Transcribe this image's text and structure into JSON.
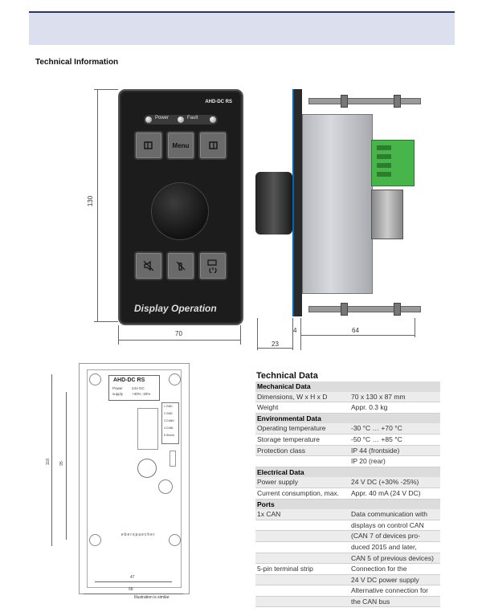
{
  "section": {
    "title": "Technical Information"
  },
  "front_view": {
    "model": "AHD-DC RS",
    "led_power": "Power",
    "led_fault": "Fault",
    "menu_label": "Menu",
    "caption": "Display Operation",
    "dim_height": "130",
    "dim_width": "70"
  },
  "side_view": {
    "dim_plate": "4",
    "dim_depth": "64",
    "dim_knob": "23"
  },
  "drawing": {
    "label_title": "AHD-DC RS",
    "label_power": "Power",
    "label_supply": "supply",
    "label_voltage": "24V DC",
    "label_tolerance": "+30% -25%",
    "pins": [
      "1 GND",
      "2 GND",
      "3 CANH",
      "4 CANL",
      "5 Shield"
    ],
    "dim_118": "118",
    "dim_95": "95",
    "dim_47": "47",
    "dim_58": "58",
    "logo_text": "eberspaecher",
    "note": "Illustration is similar"
  },
  "technical_data": {
    "title": "Technical Data",
    "sections": [
      {
        "heading": "Mechanical Data",
        "rows": [
          {
            "label": "Dimensions, W x H x D",
            "value": "70 x 130 x 87 mm"
          },
          {
            "label": "Weight",
            "value": "Appr. 0.3 kg"
          }
        ]
      },
      {
        "heading": "Environmental Data",
        "rows": [
          {
            "label": "Operating temperature",
            "value": "-30 °C … +70 °C"
          },
          {
            "label": "Storage temperature",
            "value": "-50 °C … +85 °C"
          },
          {
            "label": "Protection class",
            "value": "IP 44 (frontside)"
          },
          {
            "label": "",
            "value": "IP 20 (rear)"
          }
        ]
      },
      {
        "heading": "Electrical Data",
        "rows": [
          {
            "label": "Power supply",
            "value": "24 V DC (+30% -25%)"
          },
          {
            "label": "Current consumption, max.",
            "value": "Appr. 40 mA (24 V DC)"
          }
        ]
      },
      {
        "heading": "Ports",
        "rows": [
          {
            "label": "1x CAN",
            "value": "Data communication with"
          },
          {
            "label": "",
            "value": "displays on control CAN"
          },
          {
            "label": "",
            "value": "(CAN 7 of devices pro-"
          },
          {
            "label": "",
            "value": "duced 2015 and later,"
          },
          {
            "label": "",
            "value": "CAN 5 of previous devices)"
          },
          {
            "label": "5-pin terminal strip",
            "value": "Connection for the"
          },
          {
            "label": "",
            "value": "24 V DC power supply"
          },
          {
            "label": "",
            "value": "Alternative connection for"
          },
          {
            "label": "",
            "value": "the CAN bus"
          }
        ]
      }
    ]
  }
}
